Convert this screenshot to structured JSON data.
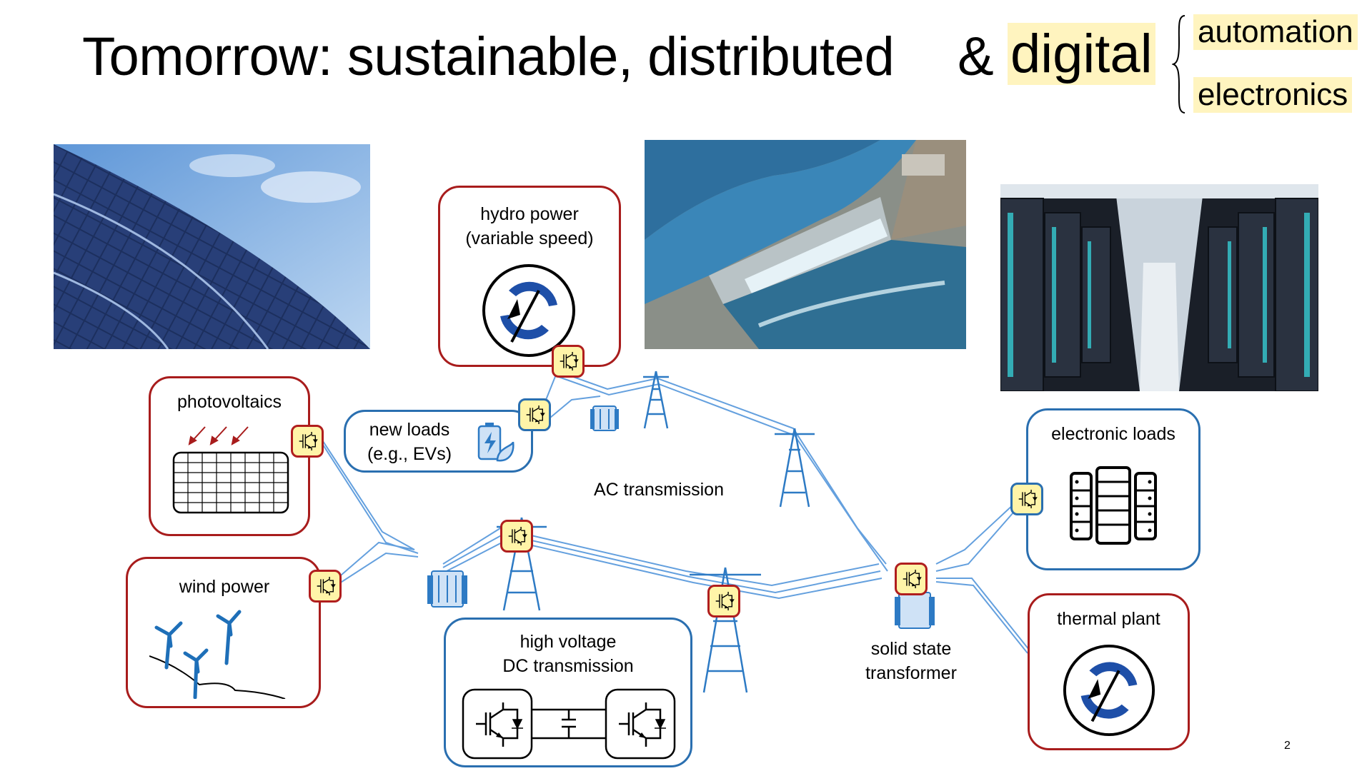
{
  "title": {
    "main": "Tomorrow: sustainable, distributed",
    "amp": "&",
    "digital": "digital",
    "branches": [
      "automation",
      "electronics"
    ]
  },
  "labels": {
    "photovoltaics": "photovoltaics",
    "hydro_line1": "hydro power",
    "hydro_line2": "(variable speed)",
    "loads_line1": "new loads",
    "loads_line2": "(e.g., EVs)",
    "ac_transmission": "AC transmission",
    "electronic_loads": "electronic loads",
    "wind_power": "wind power",
    "hvdc_line1": "high voltage",
    "hvdc_line2": "DC transmission",
    "sst_line1": "solid state",
    "sst_line2": "transformer",
    "thermal_plant": "thermal plant"
  },
  "page_number": "2",
  "colors": {
    "highlight": "#fff4bf",
    "source_border": "#a81c1c",
    "load_border": "#2a6fb0",
    "converter_fill": "#fff4a8",
    "line_color": "#4a90d9"
  }
}
